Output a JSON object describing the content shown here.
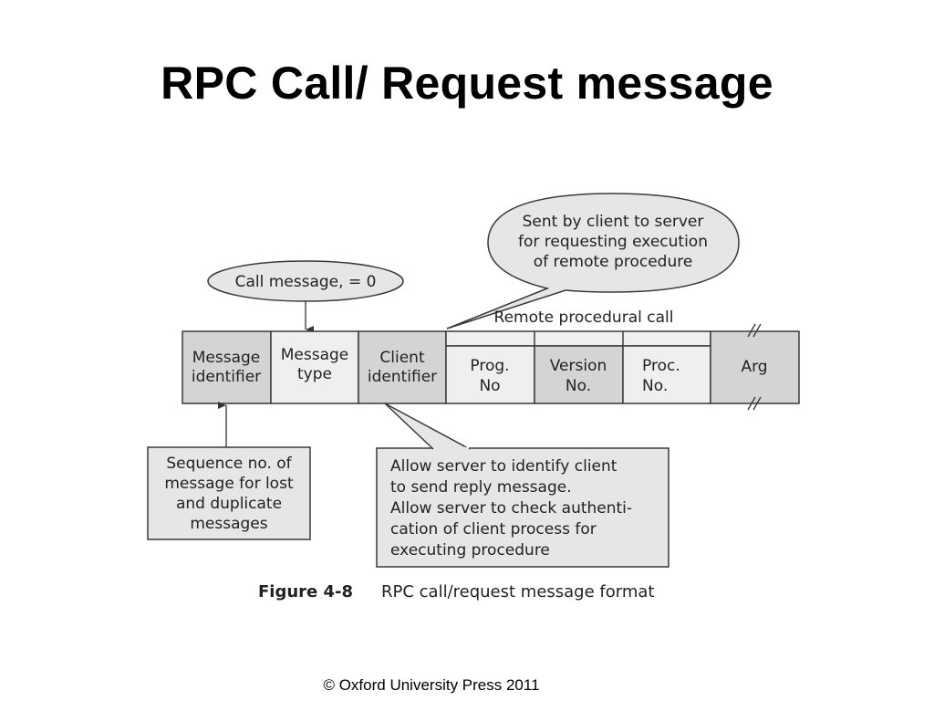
{
  "title": "RPC Call/ Request message",
  "callouts": {
    "call_message": "Call message, = 0",
    "sent_by_client": [
      "Sent by client to server",
      "for requesting execution",
      "of remote procedure"
    ],
    "sequence_no": [
      "Sequence no. of",
      "message for lost",
      "and duplicate",
      "messages"
    ],
    "allow_server": [
      "Allow server to identify client",
      "to send reply message.",
      "Allow server to check authenti-",
      "cation of client process for",
      "executing procedure"
    ]
  },
  "group_label": "Remote procedural call",
  "fields": {
    "message_identifier": [
      "Message",
      "identifier"
    ],
    "message_type": [
      "Message",
      "type"
    ],
    "client_identifier": [
      "Client",
      "identifier"
    ],
    "prog_no": [
      "Prog.",
      "No"
    ],
    "version_no": [
      "Version",
      "No."
    ],
    "proc_no": [
      "Proc.",
      "No."
    ],
    "arg": "Arg"
  },
  "caption": {
    "label": "Figure 4-8",
    "text": "RPC call/request message format"
  },
  "copyright": "© Oxford University Press 2011",
  "colors": {
    "shaded": "#d4d4d4",
    "light": "#efefef",
    "border": "#3a3a3a"
  }
}
